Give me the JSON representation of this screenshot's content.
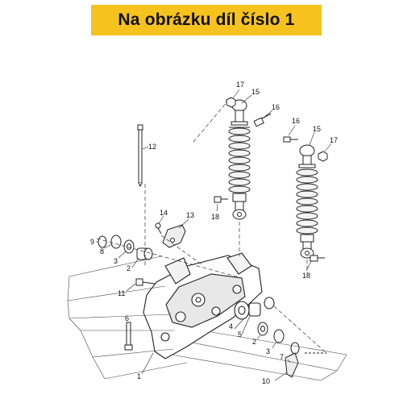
{
  "header": {
    "title": "Na obrázku díl číslo 1"
  },
  "diagram": {
    "colors": {
      "banner": "#f6c21d",
      "line": "#222222",
      "shade": "#d4d4d4"
    },
    "part_labels": {
      "p17a": "17",
      "p15a": "15",
      "p16a": "16",
      "p16b": "16",
      "p15b": "15",
      "p17b": "17",
      "p12": "12",
      "p18a": "18",
      "p18b": "18",
      "p14": "14",
      "p13": "13",
      "p9": "9",
      "p8": "8",
      "p3a": "3",
      "p2a": "2",
      "p11": "11",
      "p6": "6",
      "p1": "1",
      "p4": "4",
      "p5": "5",
      "p2b": "2",
      "p3b": "3",
      "p7": "7",
      "p10": "10"
    }
  }
}
